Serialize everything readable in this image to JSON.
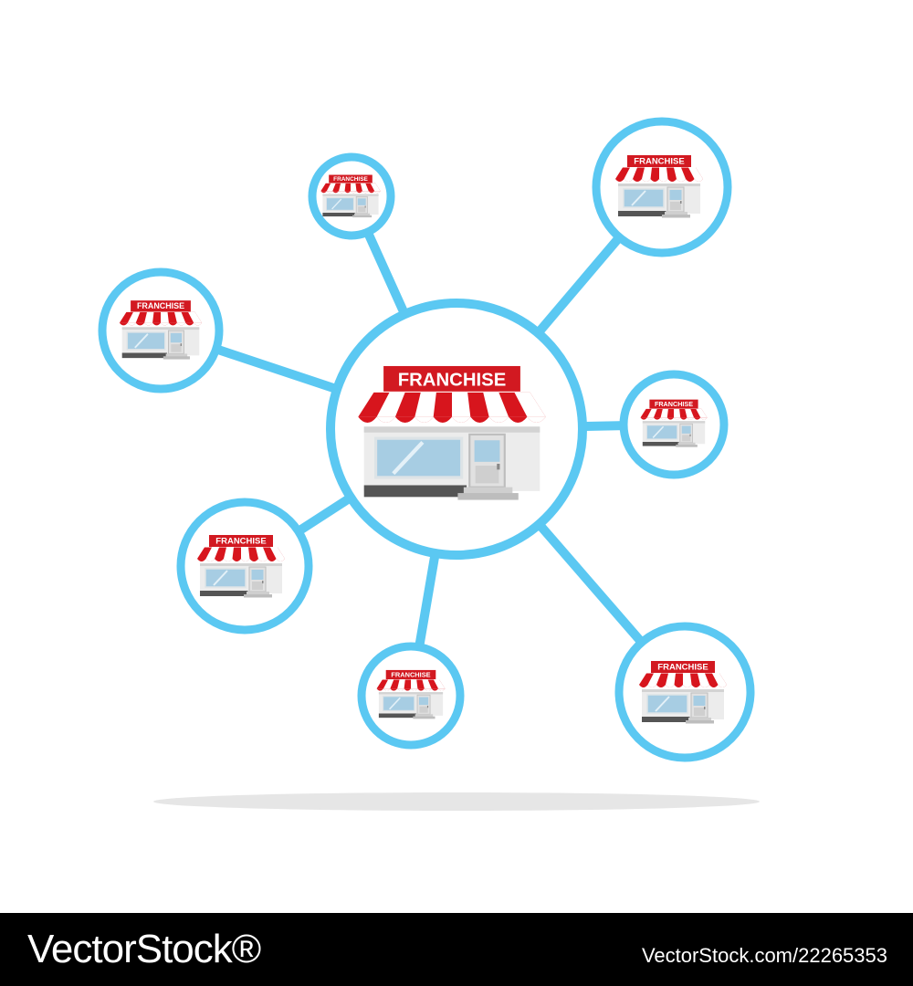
{
  "diagram": {
    "center_store": {
      "sign_text": "FRANCHISE"
    },
    "satellite_stores": [
      {
        "sign_text": "FRANCHISE"
      },
      {
        "sign_text": "FRANCHISE"
      },
      {
        "sign_text": "FRANCHISE"
      },
      {
        "sign_text": "FRANCHISE"
      },
      {
        "sign_text": "FRANCHISE"
      },
      {
        "sign_text": "FRANCHISE"
      },
      {
        "sign_text": "FRANCHISE"
      }
    ]
  },
  "colors": {
    "node_ring": "#5bc8f2",
    "awning_red": "#d7151d",
    "sign_red": "#d21921",
    "shadow": "#e6e6e6",
    "footer_bg": "#000000"
  },
  "watermark": {
    "logo_text": "VectorStock®",
    "image_id": "VectorStock.com/22265353"
  }
}
